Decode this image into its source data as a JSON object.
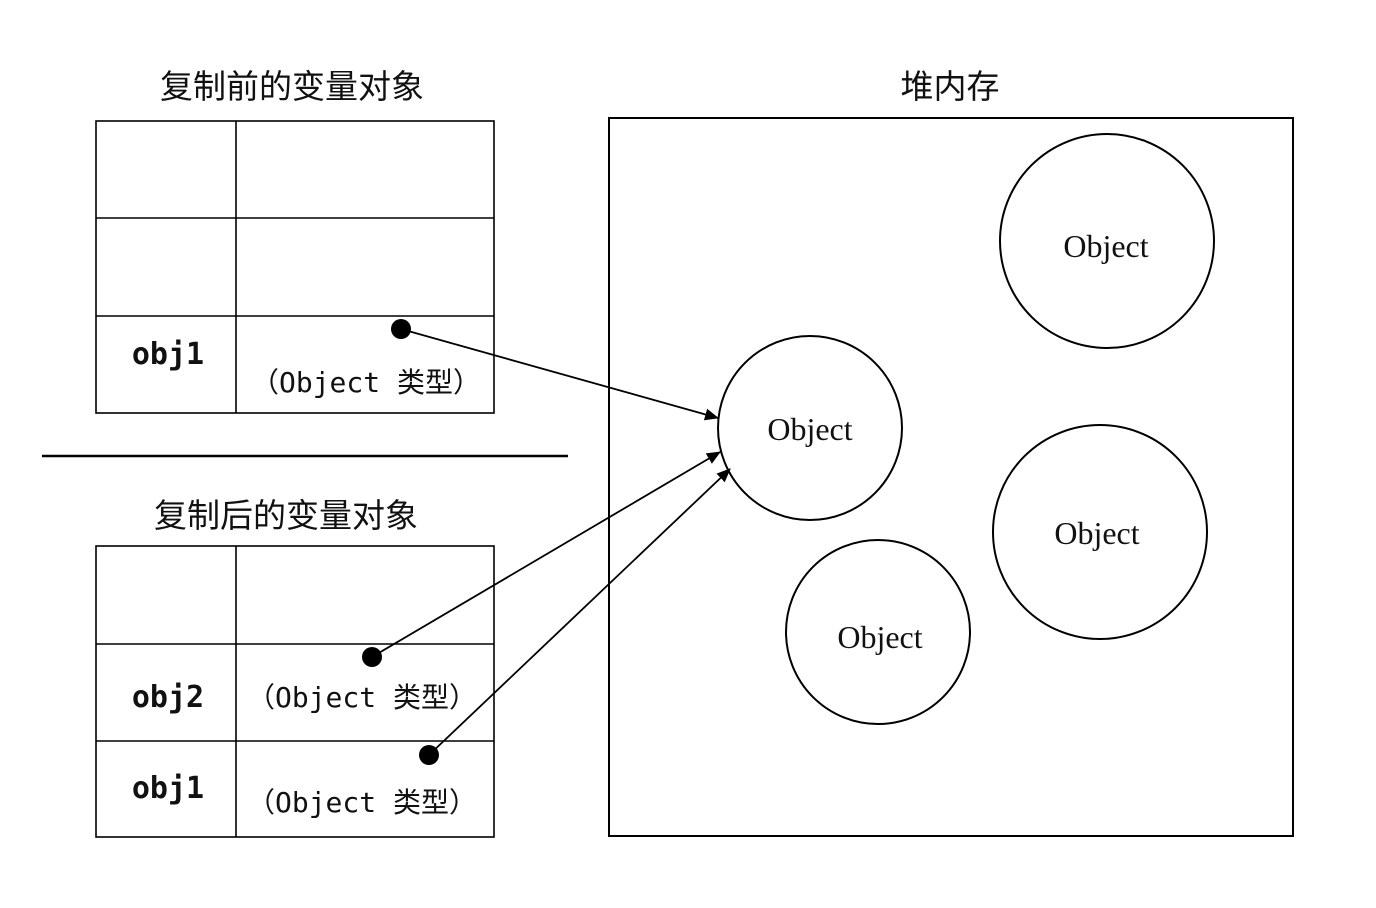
{
  "before": {
    "title": "复制前的变量对象",
    "rows": [
      {
        "name": "",
        "value": ""
      },
      {
        "name": "",
        "value": ""
      },
      {
        "name": "obj1",
        "value": "（Object 类型）"
      }
    ]
  },
  "after": {
    "title": "复制后的变量对象",
    "rows": [
      {
        "name": "",
        "value": ""
      },
      {
        "name": "obj2",
        "value": "（Object 类型）"
      },
      {
        "name": "obj1",
        "value": "（Object 类型）"
      }
    ]
  },
  "heap": {
    "title": "堆内存",
    "objects": [
      {
        "label": "Object"
      },
      {
        "label": "Object"
      },
      {
        "label": "Object"
      },
      {
        "label": "Object"
      }
    ]
  }
}
